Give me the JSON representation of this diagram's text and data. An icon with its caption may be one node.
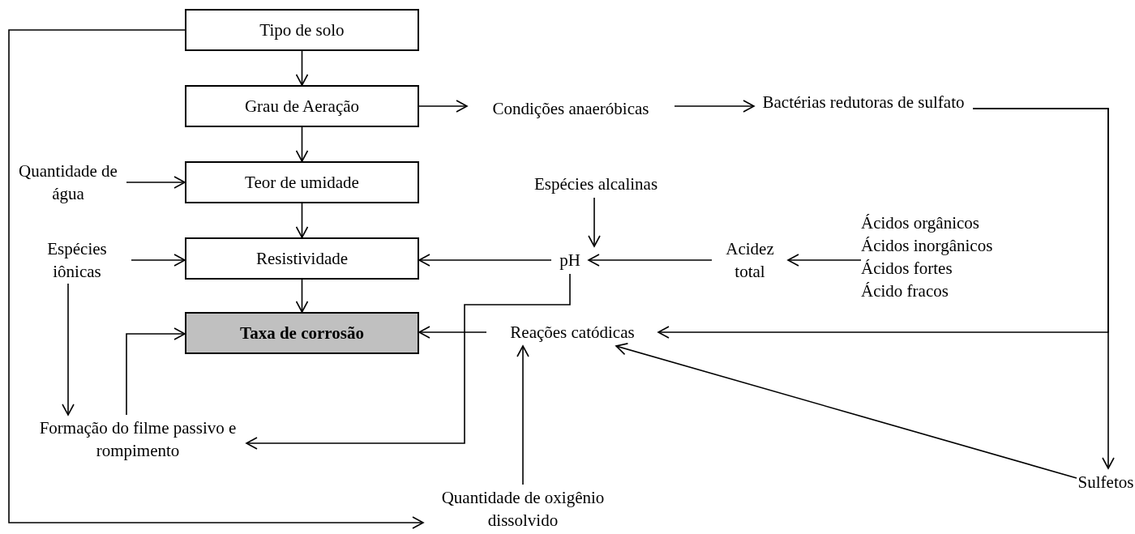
{
  "diagram": {
    "nodes": [
      {
        "text": [
          "Tipo de solo"
        ]
      },
      {
        "text": [
          "Grau de Aeração"
        ]
      },
      {
        "text": [
          "Condições anaeróbicas"
        ]
      },
      {
        "text": [
          "Bactérias redutoras de sulfato"
        ]
      },
      {
        "text": [
          "Quantidade de água"
        ]
      },
      {
        "text": [
          "Teor de umidade"
        ]
      },
      {
        "text": [
          "Espécies alcalinas"
        ]
      },
      {
        "text": [
          "Espécies iônicas"
        ]
      },
      {
        "text": [
          "Resistividade"
        ]
      },
      {
        "text": [
          "pH"
        ]
      },
      {
        "text": [
          "Acidez total"
        ]
      },
      {
        "text": [
          "Ácidos orgânicos",
          "Ácidos inorgânicos",
          "Ácidos fortes",
          "Ácido fracos"
        ]
      },
      {
        "text": [
          "Taxa de corrosão"
        ]
      },
      {
        "text": [
          "Reações catódicas"
        ]
      },
      {
        "text": [
          "Formação do filme passivo e rompimento"
        ]
      },
      {
        "text": [
          "Sulfetos"
        ]
      },
      {
        "text": [
          "Quantidade de oxigênio dissolvido"
        ]
      }
    ],
    "edges": [
      {
        "from": 0,
        "to": 1,
        "arrow": "to"
      },
      {
        "from": 1,
        "to": 5,
        "arrow": "to"
      },
      {
        "from": 5,
        "to": 8,
        "arrow": "to"
      },
      {
        "from": 8,
        "to": 12,
        "arrow": "to"
      },
      {
        "from": 1,
        "to": 2,
        "arrow": "to"
      },
      {
        "from": 2,
        "to": 3,
        "arrow": "to"
      },
      {
        "from": 4,
        "to": 5,
        "arrow": "to"
      },
      {
        "from": 6,
        "to": 9,
        "arrow": "to"
      },
      {
        "from": 9,
        "to": 8,
        "arrow": "to"
      },
      {
        "from": 10,
        "to": 9,
        "arrow": "to"
      },
      {
        "from": 11,
        "to": 10,
        "arrow": "to"
      },
      {
        "from": 7,
        "to": 8,
        "arrow": "to"
      },
      {
        "from": 7,
        "to": 14,
        "arrow": "to"
      },
      {
        "from": 14,
        "to": 12,
        "arrow": "to"
      },
      {
        "from": 13,
        "to": 12,
        "arrow": "to"
      },
      {
        "from": 9,
        "to": 14,
        "arrow": "to"
      },
      {
        "from": 3,
        "to": 13,
        "arrow": "to"
      },
      {
        "from": 3,
        "to": 15,
        "arrow": "to"
      },
      {
        "from": 15,
        "to": 13,
        "arrow": "to"
      },
      {
        "from": 16,
        "to": 13,
        "arrow": "to"
      },
      {
        "from": 0,
        "to": 16,
        "arrow": "to"
      }
    ]
  }
}
